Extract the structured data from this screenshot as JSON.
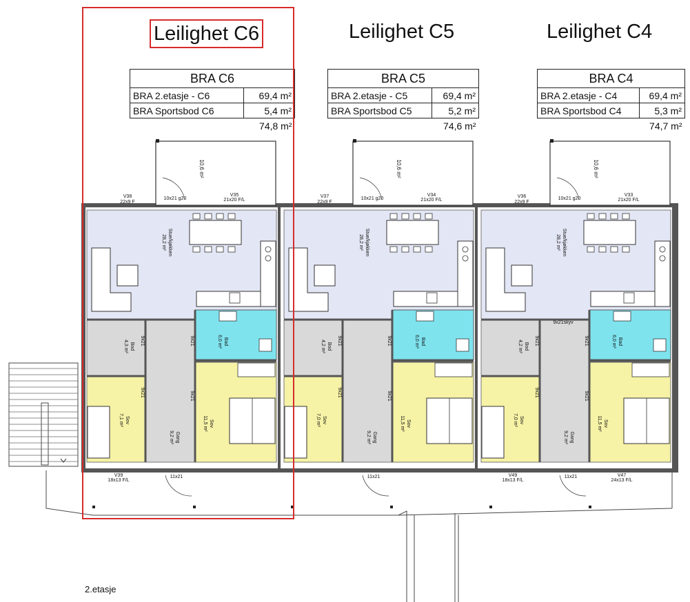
{
  "floor_label": "2.etasje",
  "selected_unit": "Leilighet C6",
  "units": [
    {
      "title": "Leilighet C6",
      "bra_title": "BRA C6",
      "rows": [
        {
          "label": "BRA  2.etasje - C6",
          "value": "69,4 m²"
        },
        {
          "label": "BRA Sportsbod C6",
          "value": "5,4 m²"
        }
      ],
      "total": "74,8 m²",
      "rooms": {
        "stue": "Stue/kjøkken",
        "stue_area": "28,2 m²",
        "bod": "Bod",
        "bod_area": "4,3 m²",
        "bad": "Bad",
        "bad_area": "6,0 m²",
        "sov1": "Sov",
        "sov1_area": "7,1 m²",
        "gang": "Gang",
        "gang_area": "9,2 m²",
        "sov2": "Sov",
        "sov2_area": "11,5 m²"
      },
      "windows": {
        "top_left": "V38",
        "top_left_size": "22x9 F",
        "door": "10x21 g20",
        "top_right": "V35",
        "top_right_size": "21x20 F/L",
        "bottom_left": "V39",
        "bottom_left_size": "18x13 F/L",
        "bottom_door": "11x21",
        "balcony": "10,6 m²"
      }
    },
    {
      "title": "Leilighet C5",
      "bra_title": "BRA C5",
      "rows": [
        {
          "label": "BRA  2.etasje - C5",
          "value": "69,4 m²"
        },
        {
          "label": "BRA Sportsbod C5",
          "value": "5,2 m²"
        }
      ],
      "total": "74,6 m²",
      "rooms": {
        "stue": "Stue/kjøkken",
        "stue_area": "28,2 m²",
        "bod": "Bod",
        "bod_area": "4,2 m²",
        "bad": "Bad",
        "bad_area": "6,0 m²",
        "sov1": "Sov",
        "sov1_area": "7,0 m²",
        "gang": "Gang",
        "gang_area": "9,2 m²",
        "sov2": "Sov",
        "sov2_area": "11,5 m²"
      },
      "windows": {
        "top_left": "V37",
        "top_left_size": "22x9 F",
        "door": "10x21 g20",
        "top_right": "V34",
        "top_right_size": "21x20 F/L",
        "bottom_door": "11x21",
        "balcony": "10,6 m²"
      }
    },
    {
      "title": "Leilighet C4",
      "bra_title": "BRA C4",
      "rows": [
        {
          "label": "BRA  2.etasje - C4",
          "value": "69,4 m²"
        },
        {
          "label": "BRA Sportsbod C4",
          "value": "5,3 m²"
        }
      ],
      "total": "74,7 m²",
      "rooms": {
        "stue": "Stue/kjøkken",
        "stue_area": "28,2 m²",
        "bod": "Bod",
        "bod_area": "4,2 m²",
        "bad": "Bad",
        "bad_area": "6,0 m²",
        "sov1": "Sov",
        "sov1_area": "7,0 m²",
        "gang": "Gang",
        "gang_area": "9,2 m²",
        "sov2": "Sov",
        "sov2_area": "11,5 m²"
      },
      "windows": {
        "top_left": "V36",
        "top_left_size": "22x9 F",
        "door": "10x21 g20",
        "top_right": "V33",
        "top_right_size": "21x20 F/L",
        "bottom_left": "V49",
        "bottom_left_size": "18x13 F/L",
        "bottom_door": "11x21",
        "bottom_right": "V47",
        "bottom_right_size": "24x13 F/L",
        "skyv": "9x21skyv",
        "balcony": "10,6 m²"
      }
    }
  ],
  "door_label": "9x21",
  "colors": {
    "living": "#e3e6f4",
    "bath": "#7fe3ee",
    "bedroom": "#f6f2a6",
    "hall": "#d9d9d9",
    "wall": "#555555",
    "selection": "#d62b2b"
  }
}
